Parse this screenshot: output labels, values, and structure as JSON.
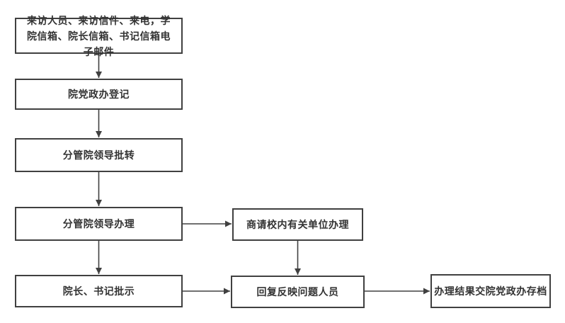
{
  "diagram": {
    "type": "flowchart",
    "description": "Letters-and-visits (petition) handling workflow of a college party-government office",
    "colors": {
      "box_border": "#404040",
      "box_fill": "#ffffff",
      "text": "#333333",
      "arrow": "#404040",
      "background": "#ffffff"
    },
    "nodes": {
      "intake": {
        "label": "来访人员、来访信件、来电，学院信箱、院长信箱、书记信箱电子邮件"
      },
      "registration": {
        "label": "院党政办登记"
      },
      "transfer": {
        "label": "分管院领导批转"
      },
      "handle": {
        "label": "分管院领导办理"
      },
      "instruction": {
        "label": "院长、书记批示"
      },
      "consult": {
        "label": "商请校内有关单位办理"
      },
      "reply": {
        "label": "回复反映问题人员"
      },
      "archive": {
        "label": "办理结果交院党政办存档"
      }
    },
    "edges": [
      {
        "from": "intake",
        "to": "registration",
        "direction": "down"
      },
      {
        "from": "registration",
        "to": "transfer",
        "direction": "down"
      },
      {
        "from": "transfer",
        "to": "handle",
        "direction": "down"
      },
      {
        "from": "handle",
        "to": "instruction",
        "direction": "down"
      },
      {
        "from": "handle",
        "to": "consult",
        "direction": "right"
      },
      {
        "from": "consult",
        "to": "reply",
        "direction": "down"
      },
      {
        "from": "instruction",
        "to": "reply",
        "direction": "right"
      },
      {
        "from": "reply",
        "to": "archive",
        "direction": "right"
      }
    ]
  }
}
